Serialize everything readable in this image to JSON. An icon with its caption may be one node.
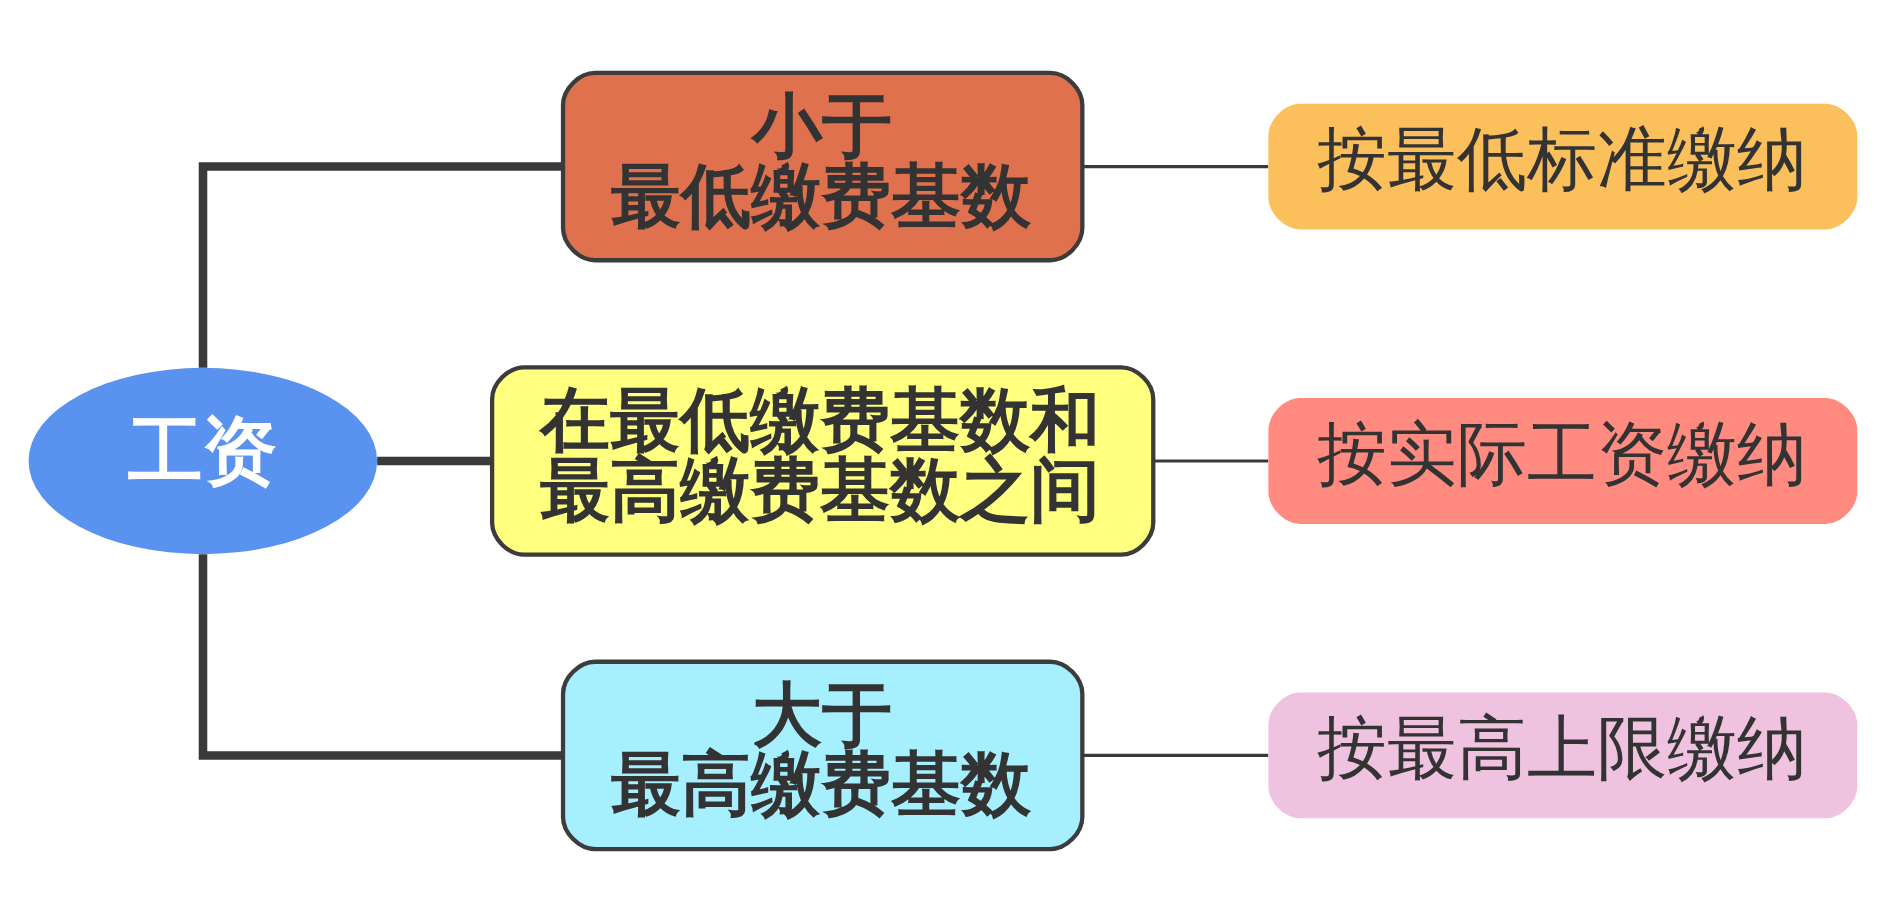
{
  "diagram": {
    "nodes": [
      {
        "text": [
          "工资"
        ]
      },
      {
        "text": [
          "小于",
          "最低缴费基数"
        ]
      },
      {
        "text": [
          "在最低缴费基数和最高缴费基数之间"
        ]
      },
      {
        "text": [
          "大于",
          "最高缴费基数"
        ]
      },
      {
        "text": [
          "按最低标准缴纳"
        ]
      },
      {
        "text": [
          "按实际工资缴纳"
        ]
      },
      {
        "text": [
          "按最高上限缴纳"
        ]
      }
    ],
    "edges": [
      {
        "from": 0,
        "to": 1,
        "arrow": "none",
        "style": "thick"
      },
      {
        "from": 0,
        "to": 2,
        "arrow": "none",
        "style": "thick"
      },
      {
        "from": 0,
        "to": 3,
        "arrow": "none",
        "style": "thick"
      },
      {
        "from": 1,
        "to": 4,
        "arrow": "none"
      },
      {
        "from": 2,
        "to": 5,
        "arrow": "none"
      },
      {
        "from": 3,
        "to": 6,
        "arrow": "none"
      }
    ]
  }
}
